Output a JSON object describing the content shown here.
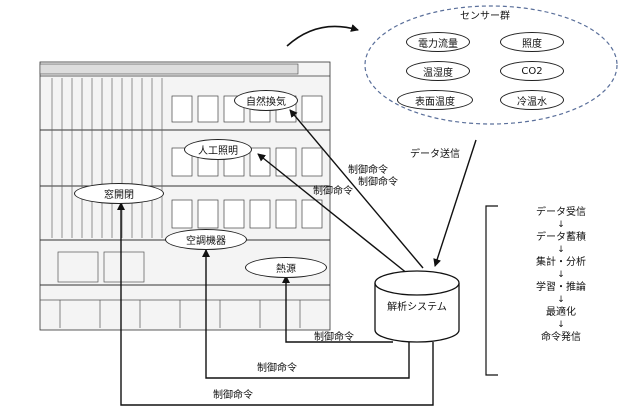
{
  "sensors": {
    "title": "センサー群",
    "items": [
      "電力流量",
      "照度",
      "温湿度",
      "CO2",
      "表面温度",
      "冷温水"
    ]
  },
  "devices": {
    "natural_ventilation": "自然換気",
    "artificial_lighting": "人工照明",
    "window": "窓開閉",
    "hvac": "空調機器",
    "heat_source": "熱源"
  },
  "system": {
    "label": "解析システム"
  },
  "labels": {
    "data_transfer": "データ送信",
    "control_cmd": "制御命令"
  },
  "process_flow": {
    "steps": [
      "データ受信",
      "データ蓄積",
      "集計・分析",
      "学習・推論",
      "最適化",
      "命令発信"
    ],
    "arrow": "↓"
  }
}
